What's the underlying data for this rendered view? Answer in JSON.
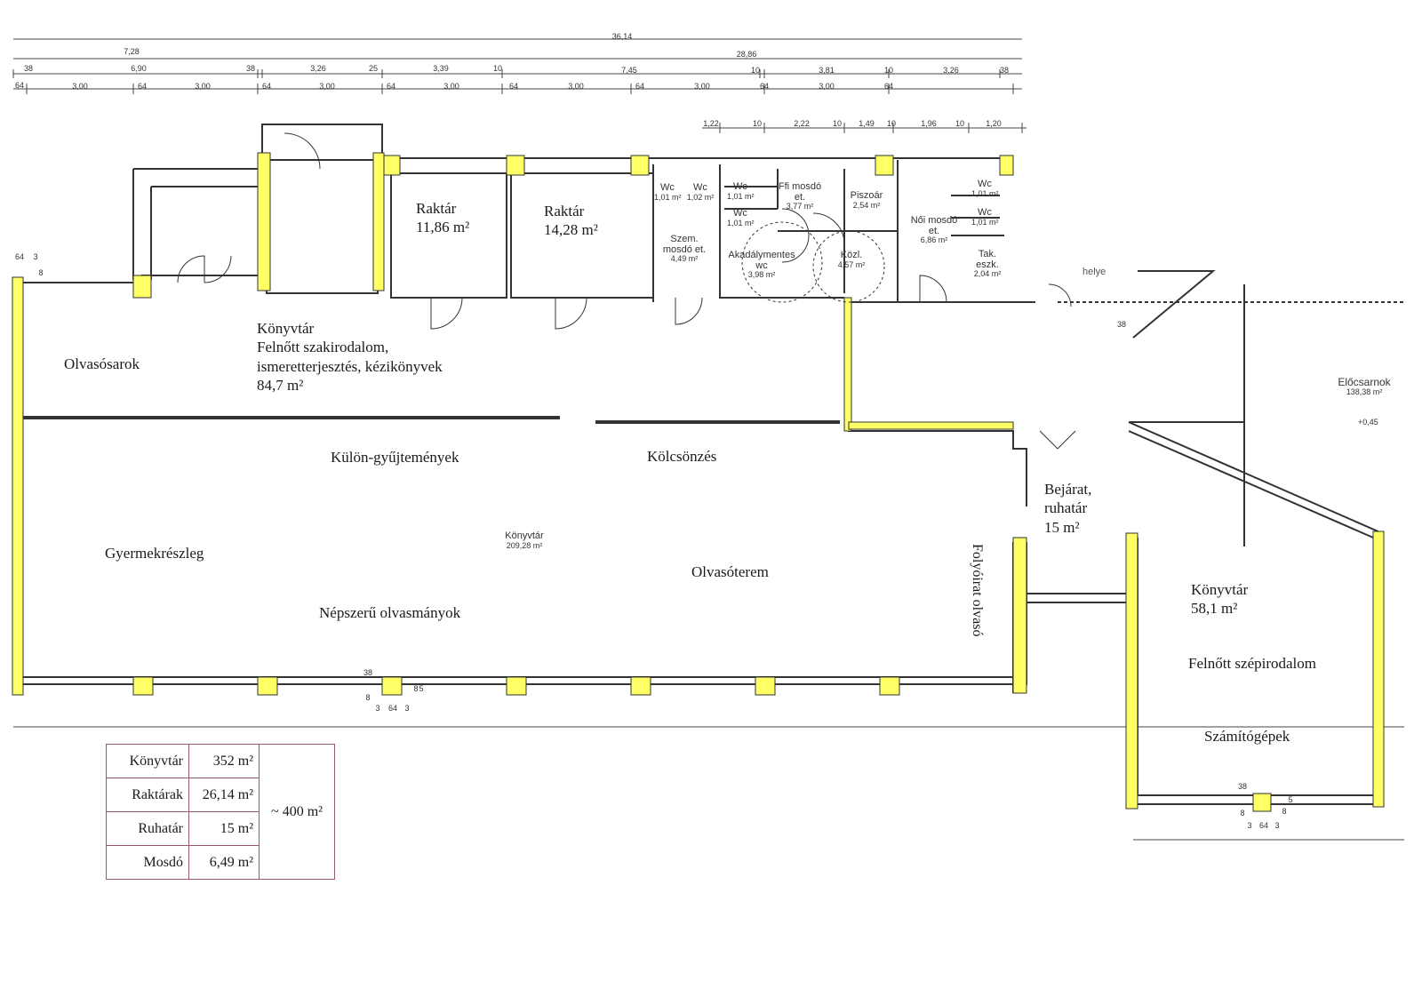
{
  "plan": {
    "rooms": {
      "raktar1": [
        "Raktár",
        "11,86 m²"
      ],
      "raktar2": [
        "Raktár",
        "14,28 m²"
      ],
      "wc1": [
        "Wc",
        "1,01 m²"
      ],
      "wc2": [
        "Wc",
        "1,02 m²"
      ],
      "wc3": [
        "Wc",
        "1,01 m²"
      ],
      "wc4": [
        "Wc",
        "1,01 m²"
      ],
      "ffi_mosdo": [
        "Ffi mosdó",
        "et.",
        "3,77 m²"
      ],
      "piszoar": [
        "Piszoár",
        "2,54 m²"
      ],
      "wc5": [
        "Wc",
        "1,01 m²"
      ],
      "wc6": [
        "Wc",
        "1,01 m²"
      ],
      "noi_mosdo": [
        "Női mosdó",
        "et.",
        "6,86 m²"
      ],
      "szem_mosdo": [
        "Szem.",
        "mosdó et.",
        "4,49 m²"
      ],
      "akadalymentes": [
        "Akadálymentes",
        "wc",
        "3,98 m²"
      ],
      "kozl": [
        "Közl.",
        "4,57 m²"
      ],
      "tak_eszk": [
        "Tak.",
        "eszk.",
        "2,04 m²"
      ],
      "helye": "helye",
      "konyvtar_felnott": [
        "Könyvtár",
        "Felnőtt szakirodalom,",
        "ismeretterjesztés, kézikönyvek",
        "84,7 m²"
      ],
      "olvasosarok": "Olvasósarok",
      "kulon": "Külön-gyűjtemények",
      "kolcsonzes": "Kölcsönzés",
      "bejarat": [
        "Bejárat,",
        "ruhatár",
        "15 m²"
      ],
      "eloscsarnok": [
        "Előcsarnok",
        "138,38 m²"
      ],
      "level": "+0,45",
      "gyermek": "Gyermekrészleg",
      "konyvtar_main": [
        "Könyvtár",
        "209,28 m²"
      ],
      "olvasoterem": "Olvasóterem",
      "nepszeru": "Népszerű olvasmányok",
      "folyoirat": "Folyóirat olvasó",
      "konyvtar_right": [
        "Könyvtár",
        "58,1 m²"
      ],
      "szepirodalom": "Felnőtt szépirodalom",
      "szamitogepek": "Számítógépek"
    },
    "dims": {
      "total": "36,14",
      "row1": [
        "7,28",
        "28,86"
      ],
      "row2": [
        "38",
        "6,90",
        "38",
        "3,26",
        "25",
        "3,39",
        "10",
        "7,45",
        "10",
        "3,81",
        "10",
        "3,26",
        "38"
      ],
      "row3": [
        "64",
        "3,00",
        "64",
        "3,00",
        "64",
        "3,00",
        "64",
        "3,00",
        "64",
        "3,00",
        "64",
        "3,00",
        "64",
        "3,00",
        "64"
      ],
      "row4": [
        "1,22",
        "10",
        "2,22",
        "10",
        "1,49",
        "10",
        "1,96",
        "10",
        "1,20"
      ],
      "misc": [
        "64",
        "3",
        "8",
        "38",
        "38",
        "3",
        "64",
        "3",
        "8",
        "8",
        "5",
        "38",
        "3",
        "64",
        "3",
        "8",
        "8",
        "5"
      ]
    }
  },
  "summary_table": {
    "rows": [
      {
        "name": "Könyvtár",
        "value": "352 m²"
      },
      {
        "name": "Raktárak",
        "value": "26,14 m²"
      },
      {
        "name": "Ruhatár",
        "value": "15 m²"
      },
      {
        "name": "Mosdó",
        "value": "6,49 m²"
      }
    ],
    "total": "~ 400 m²"
  },
  "colors": {
    "wall": "#333333",
    "highlight": "#ffff66",
    "table_border": "#9a5a6a"
  }
}
